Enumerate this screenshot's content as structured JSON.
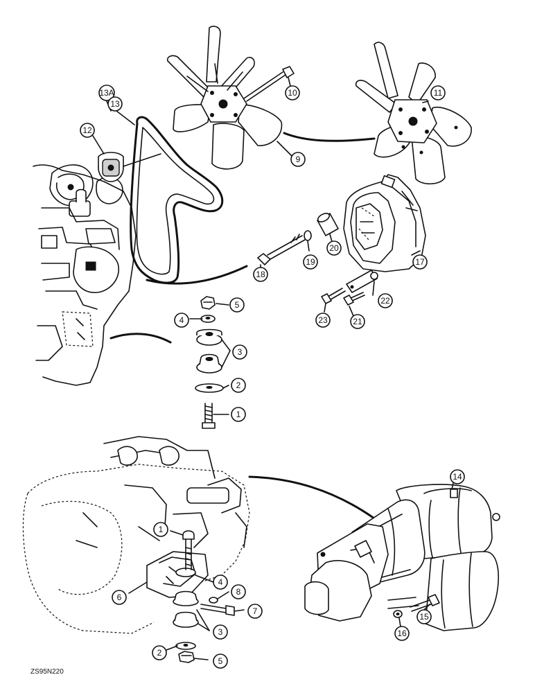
{
  "diagram": {
    "drawing_code": "ZS95N220",
    "callouts": [
      {
        "id": "c13A",
        "label": "13A"
      },
      {
        "id": "c13",
        "label": "13"
      },
      {
        "id": "c12",
        "label": "12"
      },
      {
        "id": "c10",
        "label": "10"
      },
      {
        "id": "c11",
        "label": "11"
      },
      {
        "id": "c9",
        "label": "9"
      },
      {
        "id": "c18",
        "label": "18"
      },
      {
        "id": "c19",
        "label": "19"
      },
      {
        "id": "c20",
        "label": "20"
      },
      {
        "id": "c17",
        "label": "17"
      },
      {
        "id": "c22",
        "label": "22"
      },
      {
        "id": "c23",
        "label": "23"
      },
      {
        "id": "c21",
        "label": "21"
      },
      {
        "id": "c5a",
        "label": "5"
      },
      {
        "id": "c4a",
        "label": "4"
      },
      {
        "id": "c3a",
        "label": "3"
      },
      {
        "id": "c2a",
        "label": "2"
      },
      {
        "id": "c1a",
        "label": "1"
      },
      {
        "id": "c14",
        "label": "14"
      },
      {
        "id": "c1b",
        "label": "1"
      },
      {
        "id": "c4b",
        "label": "4"
      },
      {
        "id": "c6",
        "label": "6"
      },
      {
        "id": "c8",
        "label": "8"
      },
      {
        "id": "c7",
        "label": "7"
      },
      {
        "id": "c3b",
        "label": "3"
      },
      {
        "id": "c2b",
        "label": "2"
      },
      {
        "id": "c5b",
        "label": "5"
      },
      {
        "id": "c15",
        "label": "15"
      },
      {
        "id": "c16",
        "label": "16"
      }
    ]
  }
}
